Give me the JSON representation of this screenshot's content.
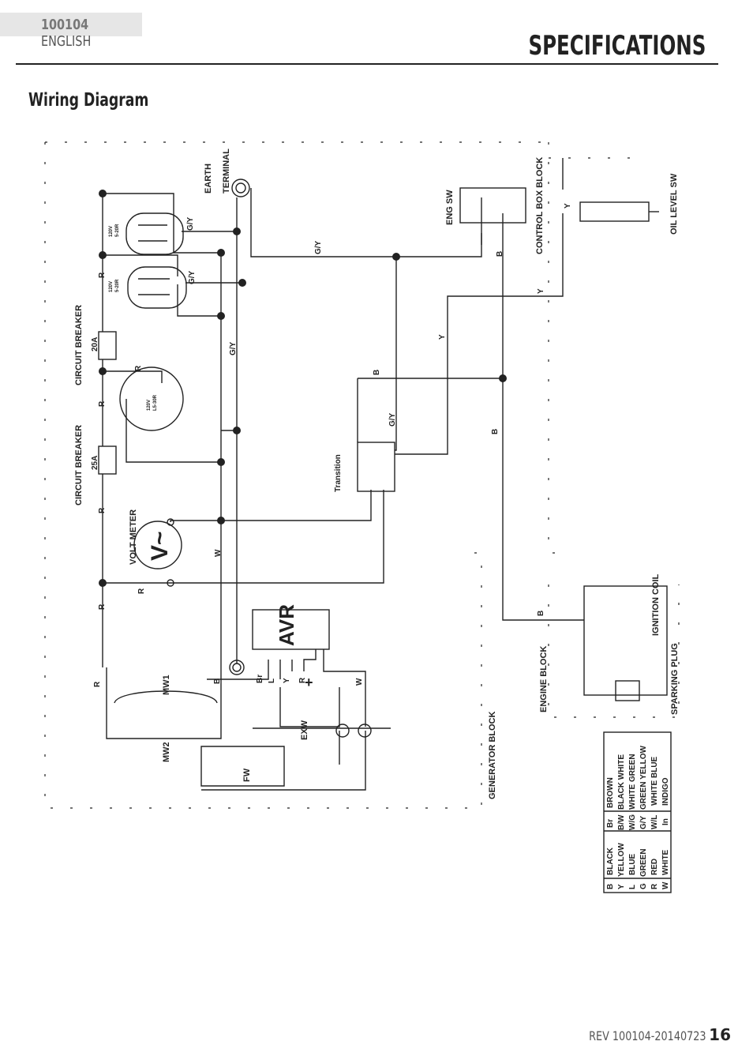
{
  "header": {
    "doc_number": "100104",
    "language": "ENGLISH",
    "section_title": "SPECIFICATIONS"
  },
  "subtitle": "Wiring Diagram",
  "footer": {
    "revision": "REV 100104-20140723",
    "page_number": "16"
  },
  "diagram": {
    "labels": {
      "earth_terminal_1": "EARTH",
      "earth_terminal_2": "TERMINAL",
      "circuit_breaker_20": "CIRCUIT BREAKER",
      "breaker_20_rating": "20A",
      "circuit_breaker_25": "CIRCUIT BREAKER",
      "breaker_25_rating": "25A",
      "volt_meter": "VOLT METER",
      "volt_symbol": "V~",
      "outlet_rating": "120V",
      "outlet_type": "5-20R",
      "twistlock_rating": "120V",
      "twistlock_type": "L5-30R",
      "eng_sw": "ENG SW",
      "control_box_block": "CONTROL BOX BLOCK",
      "oil_level_sw": "OIL LEVEL SW",
      "transition": "Transition",
      "avr": "AVR",
      "ignition_coil": "IGNITION COIL",
      "sparking_plug": "SPARKING PLUG",
      "engine_block": "ENGINE BLOCK",
      "generator_block": "GENERATOR BLOCK",
      "mw1": "MW1",
      "mw2": "MW2",
      "exw": "EXW",
      "fw": "FW",
      "wire_R": "R",
      "wire_W": "W",
      "wire_GY": "G/Y",
      "wire_B": "B",
      "wire_Y": "Y",
      "wire_Br": "Br",
      "wire_L": "L",
      "plus": "+"
    },
    "legend": [
      [
        "B",
        "BLACK",
        "Br",
        "BROWN"
      ],
      [
        "Y",
        "YELLOW",
        "B/W",
        "BLACK  WHITE"
      ],
      [
        "L",
        "BLUE",
        "W/G",
        "WHITE GREEN"
      ],
      [
        "G",
        "GREEN",
        "G/Y",
        "GREEN YELLOW"
      ],
      [
        "R",
        "RED",
        "W/L",
        "WHITE BLUE"
      ],
      [
        "W",
        "WHITE",
        "In",
        "INDIGO"
      ]
    ]
  }
}
